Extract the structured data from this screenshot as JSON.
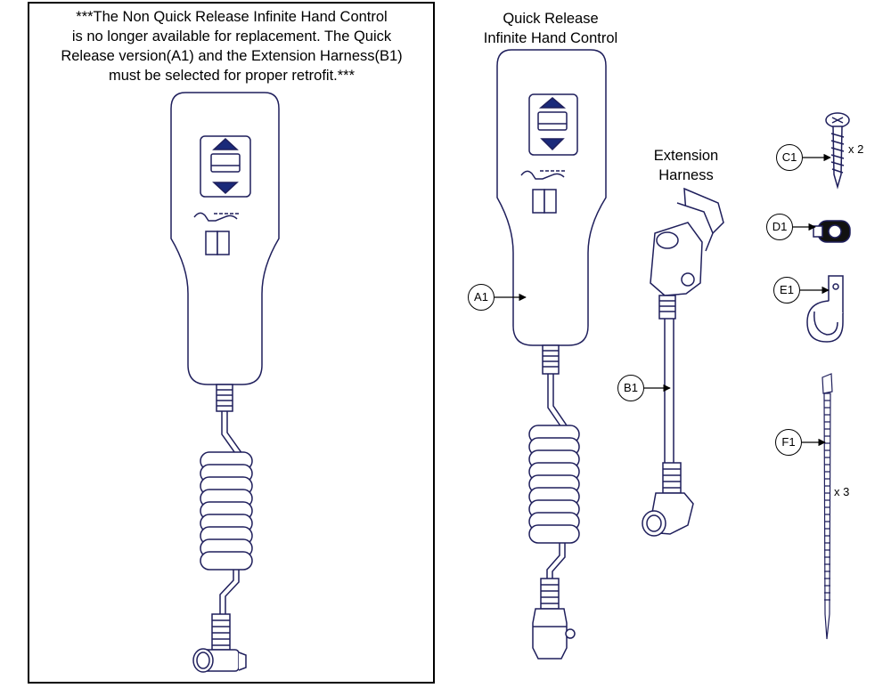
{
  "notice_text": "***The Non Quick Release Infinite Hand Control\nis no longer available for replacement. The Quick\nRelease version(A1) and the Extension Harness(B1)\nmust be selected for proper retrofit.***",
  "quick_release_caption": "Quick Release\nInfinite Hand Control",
  "extension_harness_caption": "Extension\nHarness",
  "callouts": {
    "a1": "A1",
    "b1": "B1",
    "c1": "C1",
    "d1": "D1",
    "e1": "E1",
    "f1": "F1"
  },
  "quantities": {
    "c1": "x 2",
    "f1": "x 3"
  },
  "colors": {
    "accent": "#1a2a7a",
    "line": "#1f1f5c"
  }
}
